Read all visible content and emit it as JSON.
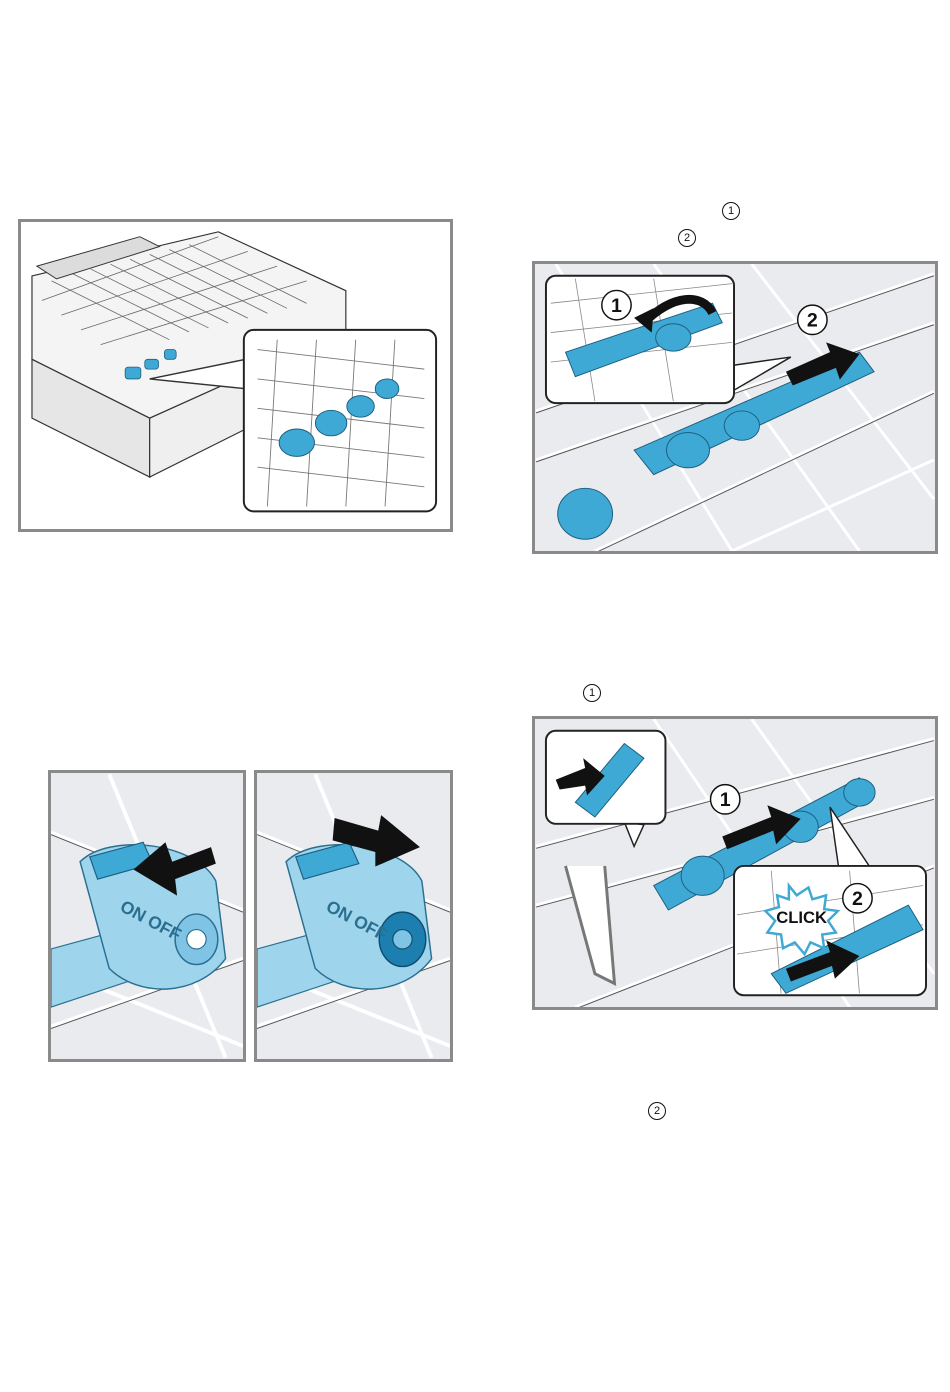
{
  "markers": {
    "top_step_1": "1",
    "top_step_2": "2",
    "mid_step_1": "1",
    "bottom_step_2": "2"
  },
  "figures": {
    "fig1": {
      "icon": "dishwasher-rack-overview",
      "labels": []
    },
    "fig2": {
      "icon": "spray-nozzle-removal",
      "callouts": [
        "1",
        "2"
      ]
    },
    "fig3a": {
      "icon": "on-off-switch-on",
      "switch_text": "ON OFF"
    },
    "fig3b": {
      "icon": "on-off-switch-off",
      "switch_text": "ON OFF"
    },
    "fig4": {
      "icon": "spray-nozzle-install",
      "callouts": [
        "1",
        "2"
      ],
      "click_text": "CLICK"
    }
  },
  "colors": {
    "accent_blue": "#3fa9d5",
    "dark_blue": "#1c7fb0",
    "panel_border": "#8a8a8a",
    "panel_bg": "#e9ebee",
    "line": "#222222"
  }
}
